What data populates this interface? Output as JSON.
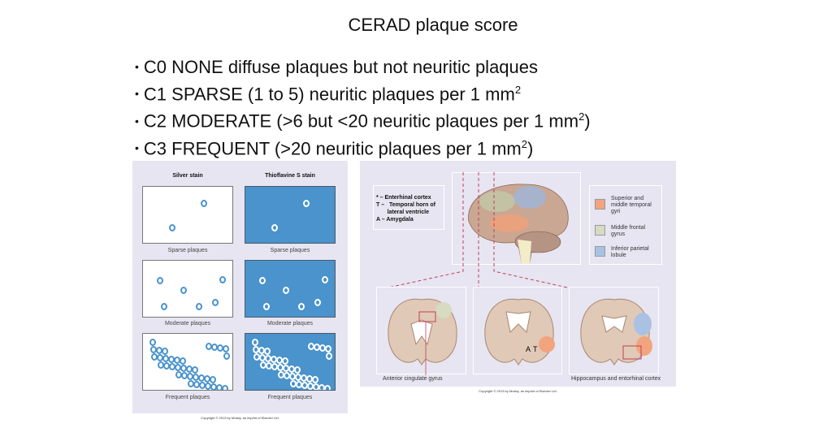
{
  "slide": {
    "title": "CERAD plaque score",
    "bullets": [
      {
        "text": "C0 NONE diffuse plaques but not neuritic plaques",
        "sup": "",
        "after": ""
      },
      {
        "text": "C1 SPARSE (1 to 5) neuritic plaques per 1 mm",
        "sup": "2",
        "after": ""
      },
      {
        "text": "C2 MODERATE (>6 but <20 neuritic plaques per 1 mm",
        "sup": "2",
        "after": ")"
      },
      {
        "text": "C3 FREQUENT (>20 neuritic plaques per 1 mm",
        "sup": "2",
        "after": ")"
      }
    ]
  },
  "left_figure": {
    "col_headers": [
      "Silver stain",
      "Thioflavine S stain"
    ],
    "row_labels": [
      "Sparse plaques",
      "Moderate plaques",
      "Frequent plaques"
    ],
    "copyright": "Copyright © 2013 by Mosby, an imprint of Elsevier Ltd."
  },
  "right_figure": {
    "key": [
      "* –  Enterhinal cortex",
      "T –   Temporal horn of",
      "       lateral ventricle",
      "A –  Amygdala"
    ],
    "legend": [
      {
        "label": "Superior  and middle temporal gyri",
        "color": "#f2a47e"
      },
      {
        "label": "Middle frontal gyrus",
        "color": "#d6dbc2"
      },
      {
        "label": "Inferior parietal lobule",
        "color": "#a9c2e4"
      }
    ],
    "slice_labels": [
      "A",
      "T"
    ],
    "captions": [
      "Anterior cingulate gyrus",
      "Hippocampus and entorhinal cortex"
    ],
    "copyright": "Copyright © 2013 by Mosby, an imprint of Elsevier Ltd."
  }
}
